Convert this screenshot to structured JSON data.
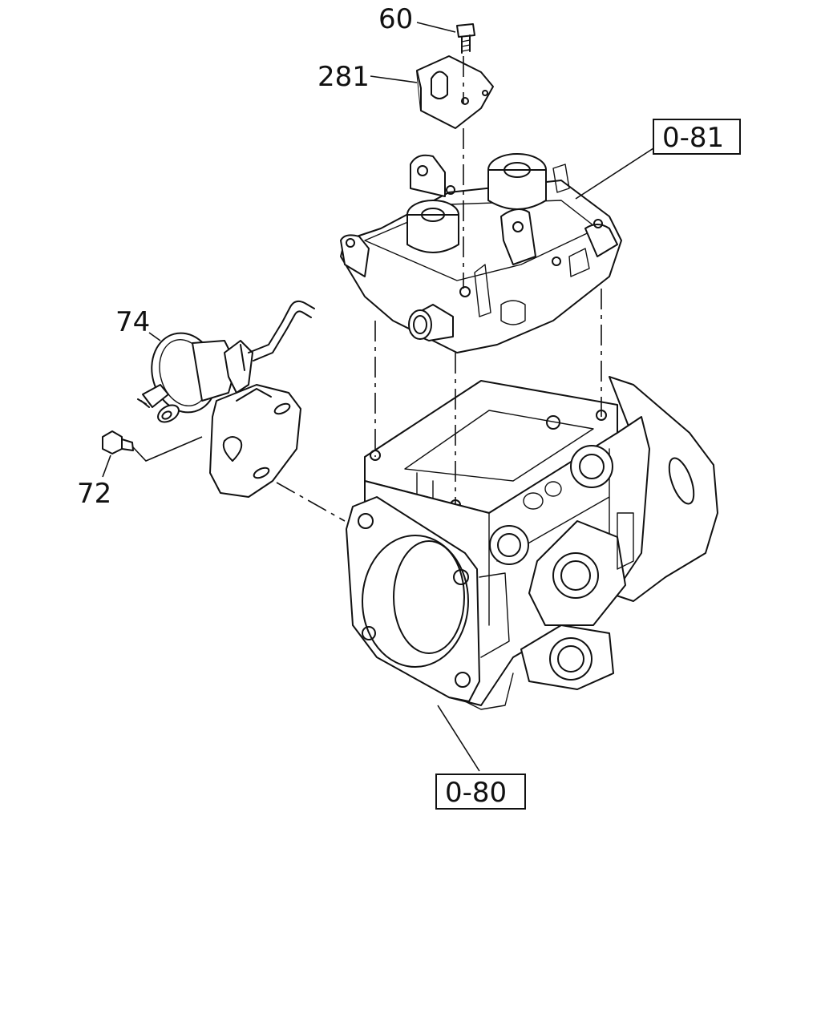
{
  "callouts": {
    "part_60": "60",
    "part_281": "281",
    "part_74": "74",
    "part_72": "72"
  },
  "references": {
    "ref_0_81": "0-81",
    "ref_0_80": "0-80"
  },
  "colors": {
    "ink": "#111111",
    "background": "#ffffff"
  }
}
